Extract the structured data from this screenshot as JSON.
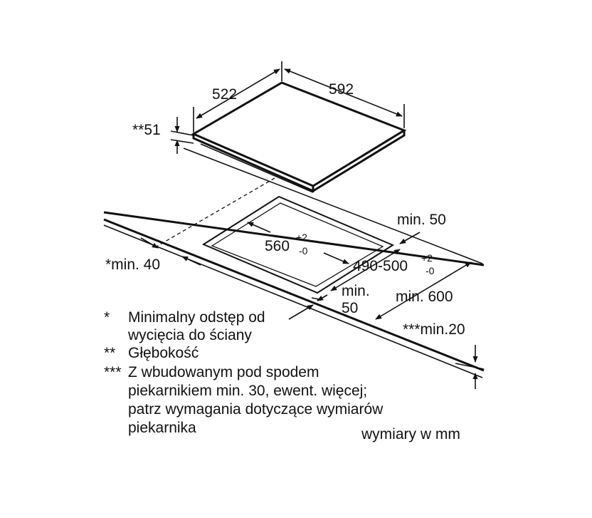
{
  "dimensions": {
    "hob_depth": "522",
    "hob_width": "592",
    "hob_height": "**51",
    "cutout_width": "560",
    "cutout_width_tol_plus": "+2",
    "cutout_width_tol_minus": "-0",
    "cutout_depth": "490-500",
    "cutout_depth_tol_plus": "+2",
    "cutout_depth_tol_minus": "-0",
    "wall_clearance": "*min. 40",
    "rear_clearance": "min. 50",
    "front_clearance_line1": "min.",
    "front_clearance_line2": "50",
    "worktop_depth": "min. 600",
    "worktop_thickness": "***min.20"
  },
  "legend": [
    {
      "marker": "*",
      "lines": [
        "Minimalny odstęp od",
        "wycięcia do ściany"
      ]
    },
    {
      "marker": "**",
      "lines": [
        "Głębokość"
      ]
    },
    {
      "marker": "***",
      "lines": [
        "Z wbudowanym pod spodem",
        "piekarnikiem min. 30, ewent. więcej;",
        "patrz wymagania dotyczące wymiarów",
        "piekarnika"
      ]
    }
  ],
  "units_note": "wymiary w mm",
  "colors": {
    "line": "#111111",
    "background": "#ffffff"
  }
}
